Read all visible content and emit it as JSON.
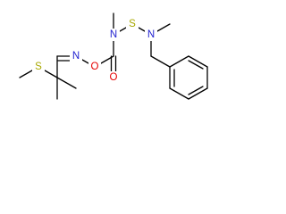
{
  "structure": {
    "atoms": {
      "n_methyl_1": {
        "symbol": "N",
        "color": "#1f1fcf"
      },
      "s_bridge": {
        "symbol": "S",
        "color": "#a8a800"
      },
      "n_methyl_2": {
        "symbol": "N",
        "color": "#1f1fcf"
      },
      "o_ester": {
        "symbol": "O",
        "color": "#e60000"
      },
      "o_carbonyl": {
        "symbol": "O",
        "color": "#e60000"
      },
      "n_oxime": {
        "symbol": "N",
        "color": "#1f1fcf"
      },
      "s_thioether": {
        "symbol": "S",
        "color": "#a8a800"
      }
    },
    "bond_color": "#000000"
  }
}
